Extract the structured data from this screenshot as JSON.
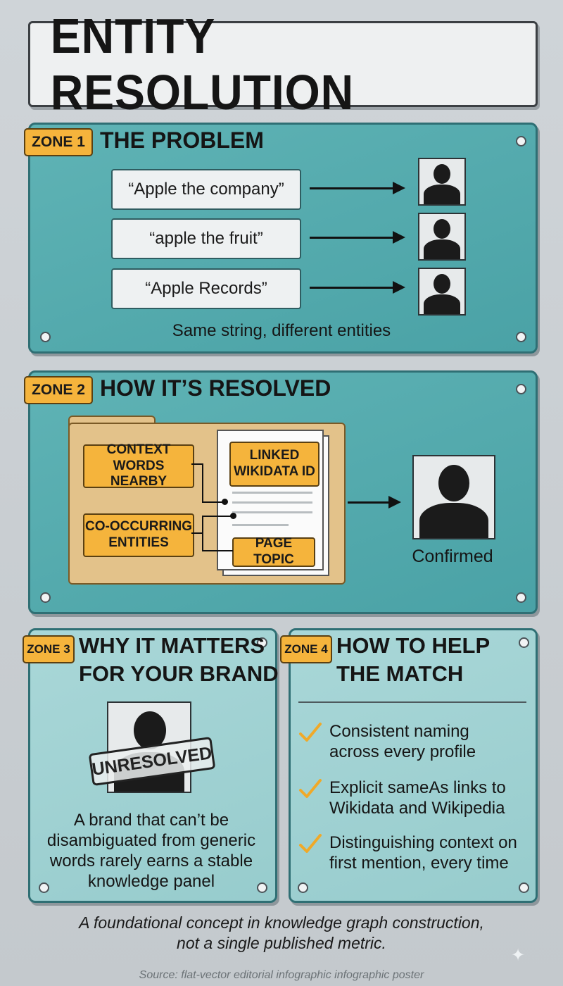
{
  "title": "ENTITY RESOLUTION",
  "zone1": {
    "tag": "ZONE 1",
    "heading": "THE PROBLEM",
    "quotes": [
      "“Apple the company”",
      "“apple the fruit”",
      "“Apple Records”"
    ],
    "caption": "Same string, different entities"
  },
  "zone2": {
    "tag": "ZONE 2",
    "heading": "HOW IT’S RESOLVED",
    "labels": {
      "context": "CONTEXT WORDS NEARBY",
      "cooccurring": "CO-OCCURRING ENTITIES",
      "wikidata": "LINKED WIKIDATA ID",
      "topic": "PAGE TOPIC"
    },
    "result": "Confirmed"
  },
  "zone3": {
    "tag": "ZONE 3",
    "heading_line1": "WHY IT MATTERS",
    "heading_line2": "FOR YOUR BRAND",
    "stamp": "UNRESOLVED",
    "body_lines": [
      "A brand that can’t be",
      "disambiguated from generic",
      "words rarely earns a stable",
      "knowledge panel"
    ]
  },
  "zone4": {
    "tag": "ZONE 4",
    "heading_line1": "HOW TO HELP",
    "heading_line2": "THE MATCH",
    "items": [
      {
        "line1": "Consistent naming",
        "line2": "across every profile"
      },
      {
        "line1": "Explicit sameAs links to",
        "line2": "Wikidata and Wikipedia"
      },
      {
        "line1": "Distinguishing context on",
        "line2": "first mention, every time"
      }
    ]
  },
  "footer": {
    "line1": "A foundational concept in knowledge graph construction,",
    "line2": "not a single published metric."
  },
  "source": "Source: flat-vector editorial infographic infographic poster",
  "colors": {
    "zone_teal": "#4aa2a6",
    "zone_light": "#a9d7d8",
    "tag_orange": "#f5b43c",
    "check_orange": "#f0a928"
  }
}
